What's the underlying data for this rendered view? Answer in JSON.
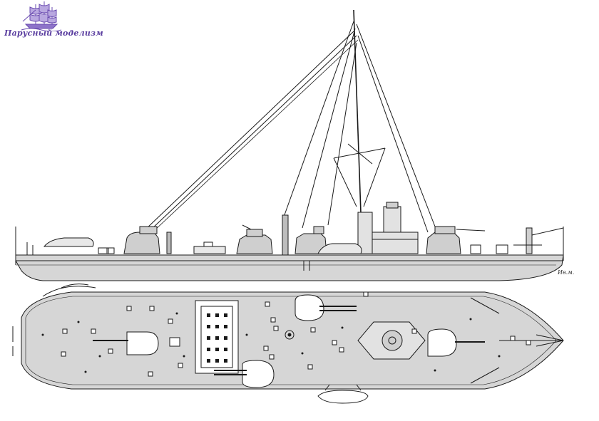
{
  "logo": {
    "text": "Парусный моделизм",
    "icon": "sailing-ship-icon",
    "color": "#5b3fa0"
  },
  "drawing": {
    "views": [
      "side-elevation",
      "deck-plan"
    ],
    "hull_fill": "#d6d6d6",
    "line_color": "#1a1a1a"
  },
  "signature": "Ив.м."
}
